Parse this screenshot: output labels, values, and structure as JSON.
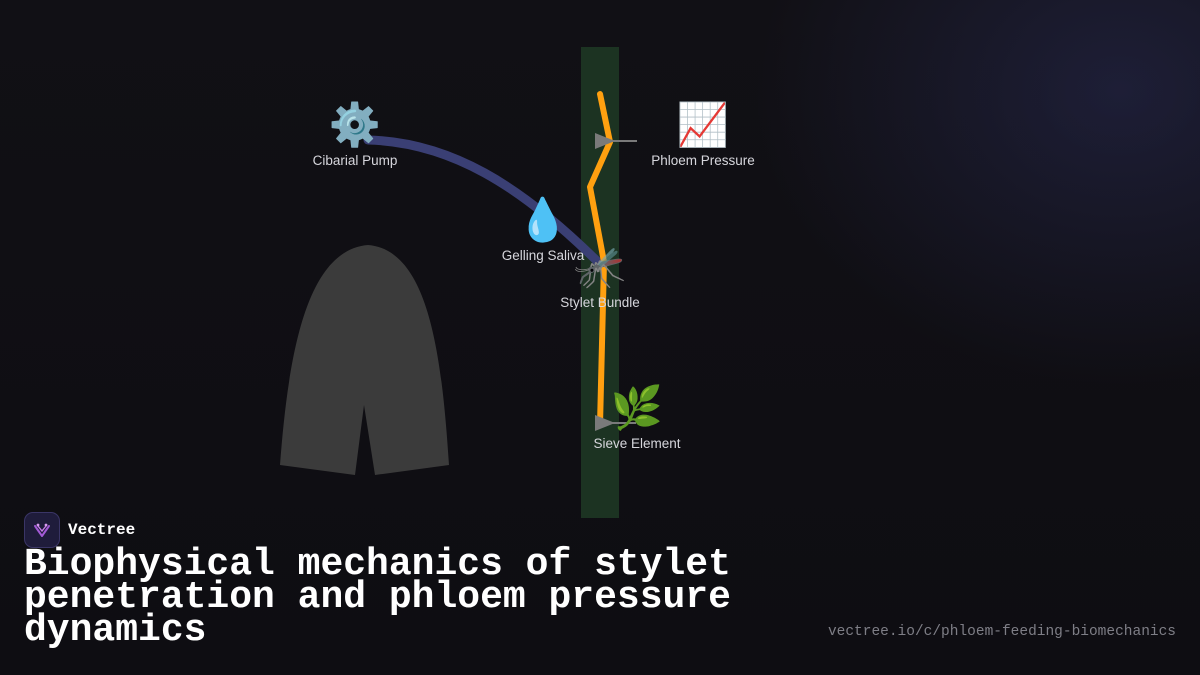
{
  "diagram": {
    "nodes": {
      "cibarial_pump": {
        "icon": "gear-icon",
        "glyph": "⚙️",
        "label": "Cibarial Pump"
      },
      "phloem_pressure": {
        "icon": "chart-increasing-icon",
        "glyph": "📈",
        "label": "Phloem Pressure"
      },
      "gelling_saliva": {
        "icon": "droplet-icon",
        "glyph": "💧",
        "label": "Gelling Saliva"
      },
      "stylet_bundle": {
        "icon": "mosquito-icon",
        "glyph": "🦟",
        "label": "Stylet Bundle"
      },
      "sieve_element": {
        "icon": "herb-icon",
        "glyph": "🌿",
        "label": "Sieve Element"
      }
    },
    "colors": {
      "stylet_path": "#ffa010",
      "feeding_tube": "#3a3f74",
      "plant_column": "#1c3322",
      "insect_body": "#3b3b3b",
      "arrow": "#7a7a7a"
    }
  },
  "brand": {
    "name": "Vectree",
    "icon": "vectree-logo-icon"
  },
  "title": "Biophysical mechanics of stylet penetration and phloem pressure dynamics",
  "url": "vectree.io/c/phloem-feeding-biomechanics"
}
